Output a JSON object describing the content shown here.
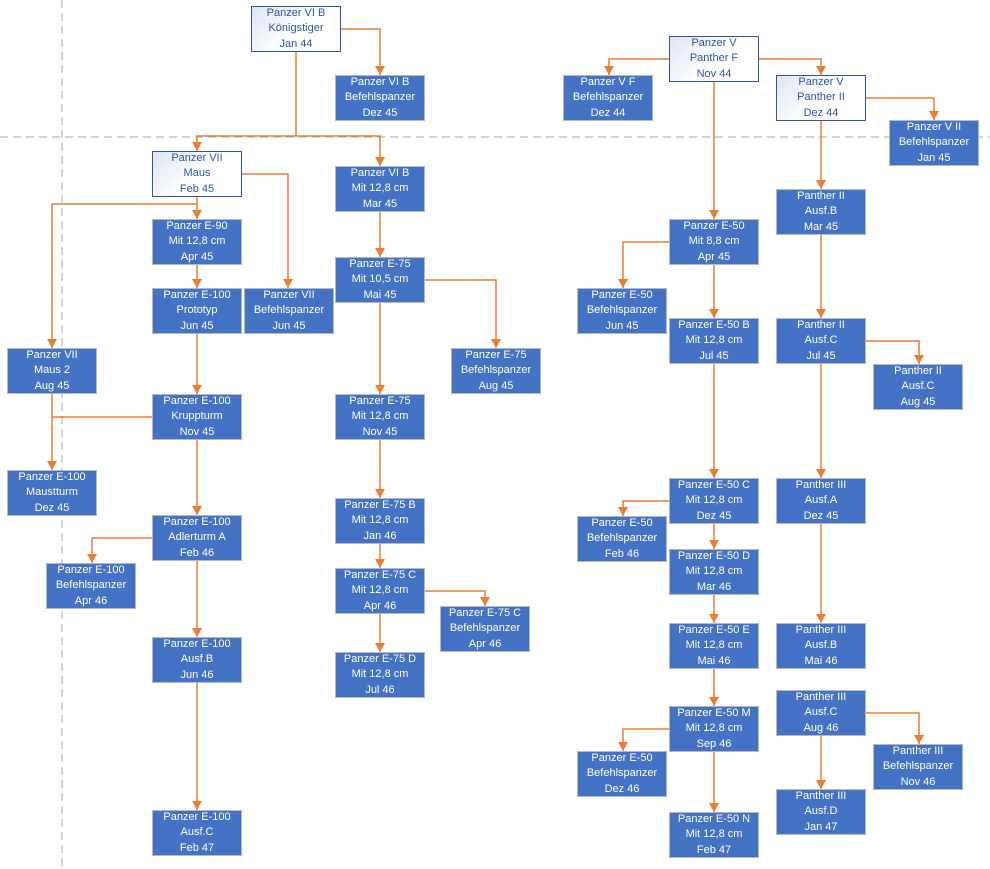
{
  "colors": {
    "box": "#4472c4",
    "connector": "#ed7d31",
    "root_border": "#2f55a4",
    "guide": "#aaaaaa"
  },
  "nodes": {
    "kt": [
      "Panzer VI B",
      "Königstiger",
      "Jan 44"
    ],
    "vibbef": [
      "Panzer VI B",
      "Befehlspanzer",
      "Dez 45"
    ],
    "maus": [
      "Panzer VII",
      "Maus",
      "Feb 45"
    ],
    "vib128": [
      "Panzer VI B",
      "Mit 12,8 cm",
      "Mar 45"
    ],
    "e90": [
      "Panzer E-90",
      "Mit 12,8 cm",
      "Apr 45"
    ],
    "e75105": [
      "Panzer E-75",
      "Mit 10,5 cm",
      "Mai 45"
    ],
    "e100proto": [
      "Panzer E-100",
      "Prototyp",
      "Jun 45"
    ],
    "viibef": [
      "Panzer VII",
      "Befehlspanzer",
      "Jun 45"
    ],
    "maus2": [
      "Panzer VII",
      "Maus 2",
      "Aug 45"
    ],
    "e75bef": [
      "Panzer E-75",
      "Befehlspanzer",
      "Aug 45"
    ],
    "e100krupp": [
      "Panzer E-100",
      "Kruppturm",
      "Nov 45"
    ],
    "e75128": [
      "Panzer E-75",
      "Mit 12,8 cm",
      "Nov 45"
    ],
    "e100maus": [
      "Panzer E-100",
      "Maustturm",
      "Dez 45"
    ],
    "e75b": [
      "Panzer E-75 B",
      "Mit 12,8 cm",
      "Jan 46"
    ],
    "e100adler": [
      "Panzer E-100",
      "Adlerturm A",
      "Feb 46"
    ],
    "e75c": [
      "Panzer E-75 C",
      "Mit 12,8 cm",
      "Apr 46"
    ],
    "e100bef": [
      "Panzer E-100",
      "Befehlspanzer",
      "Apr 46"
    ],
    "e75cbef": [
      "Panzer E-75 C",
      "Befehlspanzer",
      "Apr 46"
    ],
    "e75d": [
      "Panzer E-75 D",
      "Mit 12,8 cm",
      "Jul 46"
    ],
    "e100b": [
      "Panzer E-100",
      "Ausf.B",
      "Jun 46"
    ],
    "e100c": [
      "Panzer E-100",
      "Ausf.C",
      "Feb 47"
    ],
    "pf": [
      "Panzer V",
      "Panther F",
      "Nov 44"
    ],
    "vfbef": [
      "Panzer V F",
      "Befehlspanzer",
      "Dez 44"
    ],
    "p2": [
      "Panzer V",
      "Panther II",
      "Dez 44"
    ],
    "v2bef": [
      "Panzer V II",
      "Befehlspanzer",
      "Jan 45"
    ],
    "p2b": [
      "Panther II",
      "Ausf.B",
      "Mar 45"
    ],
    "e5088": [
      "Panzer E-50",
      "Mit 8,8 cm",
      "Apr 45"
    ],
    "e50bef1": [
      "Panzer E-50",
      "Befehlspanzer",
      "Jun 45"
    ],
    "e50b": [
      "Panzer E-50 B",
      "Mit 12,8 cm",
      "Jul 45"
    ],
    "p2c": [
      "Panther II",
      "Ausf.C",
      "Jul 45"
    ],
    "p2c2": [
      "Panther II",
      "Ausf.C",
      "Aug 45"
    ],
    "e50c": [
      "Panzer E-50 C",
      "Mit 12,8 cm",
      "Dez 45"
    ],
    "p3a": [
      "Panther III",
      "Ausf.A",
      "Dez 45"
    ],
    "e50bef2": [
      "Panzer E-50",
      "Befehlspanzer",
      "Feb 46"
    ],
    "e50d": [
      "Panzer E-50 D",
      "Mit 12,8 cm",
      "Mar 46"
    ],
    "e50e": [
      "Panzer E-50 E",
      "Mit 12,8 cm",
      "Mai 46"
    ],
    "p3b": [
      "Panther III",
      "Ausf.B",
      "Mai 46"
    ],
    "p3c": [
      "Panther III",
      "Ausf.C",
      "Aug 46"
    ],
    "e50m": [
      "Panzer E-50 M",
      "Mit 12,8 cm",
      "Sep 46"
    ],
    "p3bef": [
      "Panther III",
      "Befehlspanzer",
      "Nov 46"
    ],
    "e50bef3": [
      "Panzer E-50",
      "Befehlspanzer",
      "Dez 46"
    ],
    "p3d": [
      "Panther III",
      "Ausf.D",
      "Jan 47"
    ],
    "e50n": [
      "Panzer E-50 N",
      "Mit 12,8 cm",
      "Feb 47"
    ]
  }
}
